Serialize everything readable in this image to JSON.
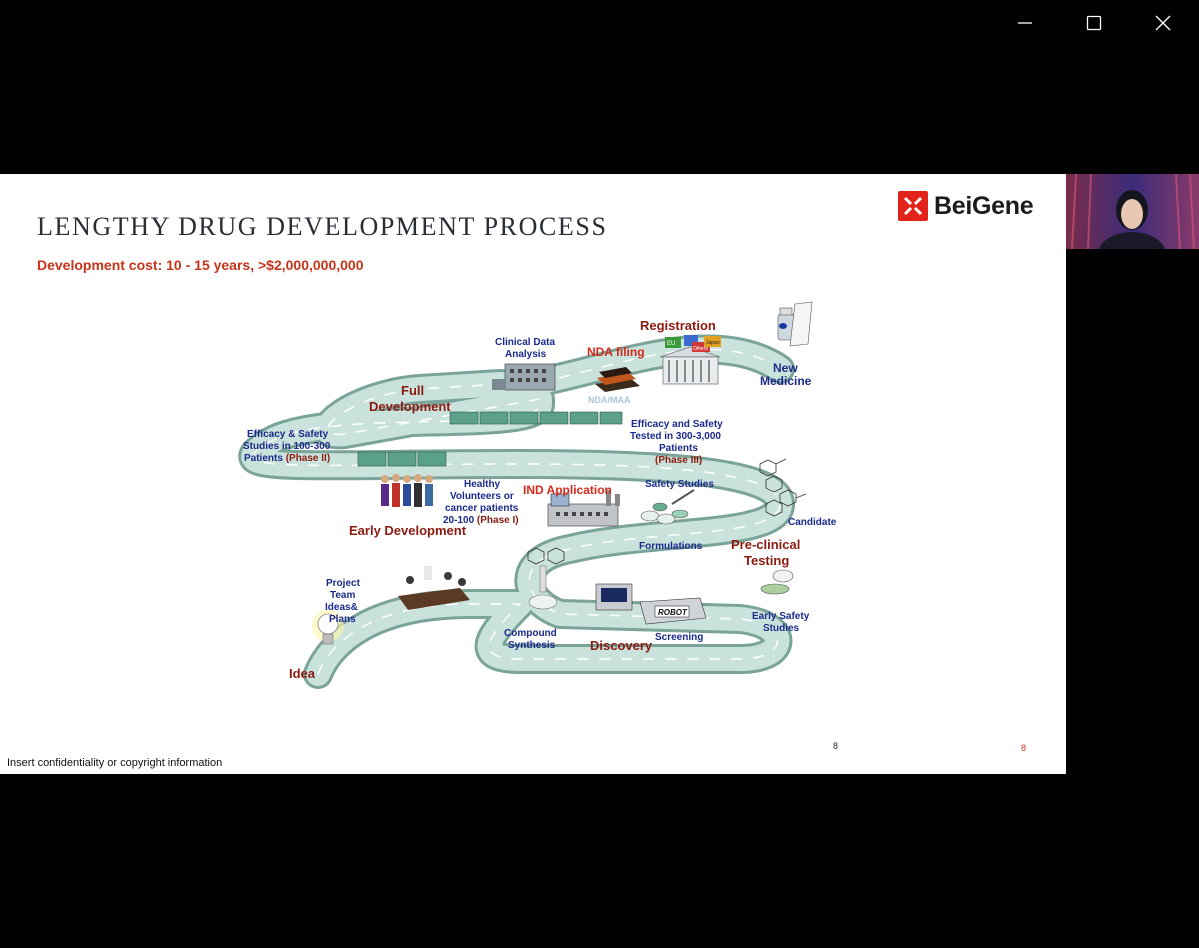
{
  "window": {
    "minimize_label": "Minimize",
    "maximize_label": "Maximize",
    "close_label": "Close"
  },
  "slide": {
    "title": "LENGTHY DRUG DEVELOPMENT PROCESS",
    "subtitle": "Development cost: 10 - 15 years, >$2,000,000,000",
    "logo_text": "BeiGene",
    "footer": "Insert confidentiality or copyright information",
    "page_number": "8",
    "page_number_red": "8"
  },
  "diagram": {
    "registration": "Registration",
    "new_medicine_1": "New",
    "new_medicine_2": "Medicine",
    "nda_filing": "NDA filing",
    "clinical_data_1": "Clinical Data",
    "clinical_data_2": "Analysis",
    "nda_maa": "NDA/MAA",
    "full_dev_1": "Full",
    "full_dev_2": "Development",
    "eff_safety_phase3_1": "Efficacy and Safety",
    "eff_safety_phase3_2": "Tested in 300-3,000",
    "eff_safety_phase3_3": "Patients",
    "eff_safety_phase3_4": "(Phase III)",
    "eff_safety_phase2_1": "Efficacy & Safety",
    "eff_safety_phase2_2": "Studies in 100-300",
    "eff_safety_phase2_3a": "Patients ",
    "eff_safety_phase2_3b": "(Phase II)",
    "healthy_1": "Healthy",
    "healthy_2": "Volunteers or",
    "healthy_3": "cancer patients",
    "healthy_4a": "20-100 ",
    "healthy_4b": "(Phase I)",
    "ind_application": "IND Application",
    "safety_studies": "Safety Studies",
    "candidate": "Candidate",
    "early_development": "Early  Development",
    "formulations": "Formulations",
    "pre_clinical_1": "Pre-clinical",
    "pre_clinical_2": "Testing",
    "project_team_1": "Project",
    "project_team_2": "Team",
    "project_team_3": "Ideas&",
    "project_team_4": "Plans",
    "robot": "ROBOT",
    "early_safety_1": "Early Safety",
    "early_safety_2": "Studies",
    "compound_1": "Compound",
    "compound_2": "Synthesis",
    "discovery": "Discovery",
    "screening": "Screening",
    "idea": "Idea",
    "flag_eu": "EU",
    "flag_others": "Others",
    "flag_japan": "Japan"
  },
  "colors": {
    "dark_red": "#8b1a10",
    "red": "#d42a1c",
    "navy": "#1a2a8a",
    "road": "#bcd8d2",
    "road_edge": "#7aa39a"
  }
}
